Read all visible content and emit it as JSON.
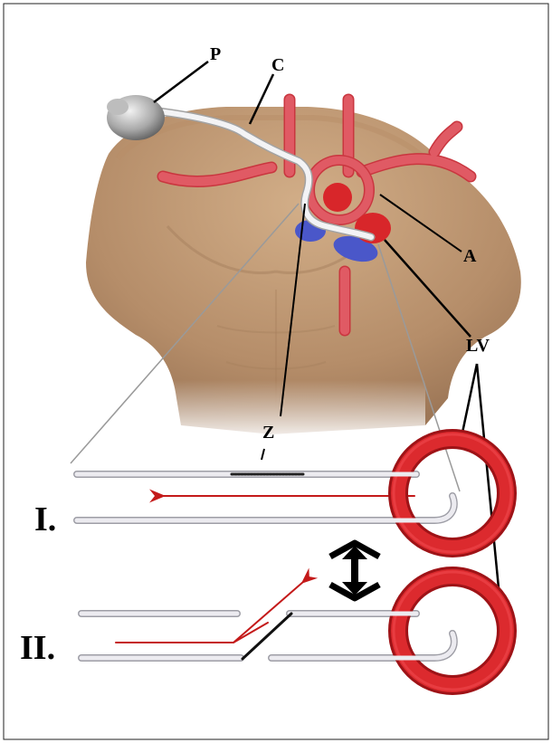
{
  "labels": {
    "P": "P",
    "C": "C",
    "A": "A",
    "LV": "LV",
    "Z": "Z",
    "I": "I.",
    "II": "II."
  },
  "colors": {
    "vessel": "#e05a64",
    "vessel_dark": "#c9363f",
    "ventricle_ring": "#d8262a",
    "ventricle_ring_dark": "#9e1317",
    "venous": "#4a57c9",
    "catheter": "#eceaf0",
    "flow_arrow": "#c41a1a",
    "skin": "#c9a47f"
  }
}
